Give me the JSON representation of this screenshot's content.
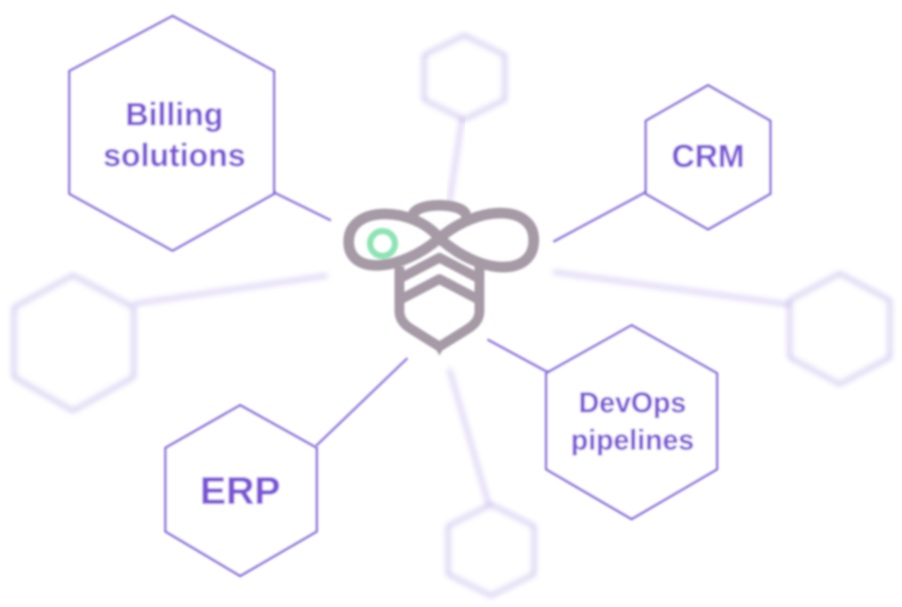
{
  "diagram": {
    "center": {
      "name": "bee-logo",
      "icon": "bee-logo-icon"
    },
    "nodes": [
      {
        "id": "billing",
        "lines": [
          "Billing",
          "solutions"
        ],
        "blurred": false
      },
      {
        "id": "crm",
        "lines": [
          "CRM"
        ],
        "blurred": false
      },
      {
        "id": "devops",
        "lines": [
          "DevOps",
          "pipelines"
        ],
        "blurred": false
      },
      {
        "id": "erp",
        "lines": [
          "ERP"
        ],
        "blurred": false
      },
      {
        "id": "top",
        "lines": [
          ""
        ],
        "blurred": true
      },
      {
        "id": "left",
        "lines": [
          ""
        ],
        "blurred": true
      },
      {
        "id": "right",
        "lines": [
          ""
        ],
        "blurred": true
      },
      {
        "id": "bottom",
        "lines": [
          ""
        ],
        "blurred": true
      }
    ],
    "colors": {
      "accent": "#7a52d6",
      "hex_stroke": "#7d5ad8",
      "logo_gray": "#a59aa6",
      "logo_green": "#8ee3b4"
    }
  }
}
